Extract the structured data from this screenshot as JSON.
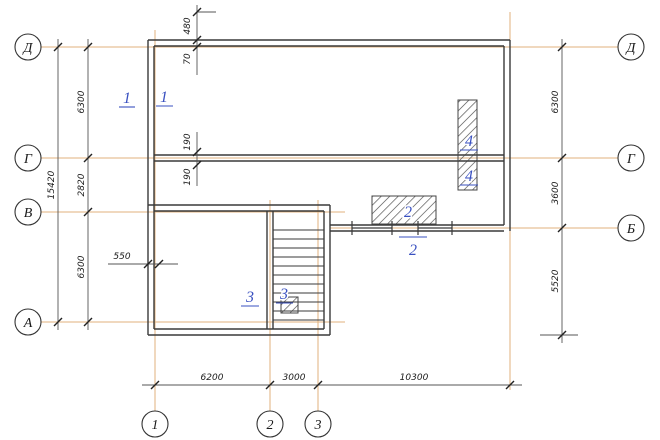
{
  "drawing": {
    "type": "architectural-floor-plan",
    "axes": {
      "left": [
        "Д",
        "Г",
        "В",
        "А"
      ],
      "right": [
        "Д",
        "Г",
        "Б"
      ],
      "bottom": [
        "1",
        "2",
        "3"
      ]
    },
    "dims": {
      "left_total": "15420",
      "left": [
        "6300",
        "2820",
        "6300"
      ],
      "right": [
        "6300",
        "3600",
        "5520"
      ],
      "bottom": [
        "6200",
        "3000",
        "10300"
      ],
      "top": [
        "480",
        "70"
      ],
      "wall": [
        "190",
        "190"
      ],
      "pier": "550"
    },
    "labels": {
      "room1_a": "1",
      "room1_b": "1",
      "sec2_a": "2",
      "sec2_b": "2",
      "sec3_a": "3",
      "sec3_b": "3",
      "sec4_a": "4",
      "sec4_b": "4"
    },
    "colors": {
      "axis_line": "#e2b27c",
      "wall": "#3a3a3a",
      "label_blue": "#3950c0",
      "dim_text": "#1a1a1a"
    }
  }
}
